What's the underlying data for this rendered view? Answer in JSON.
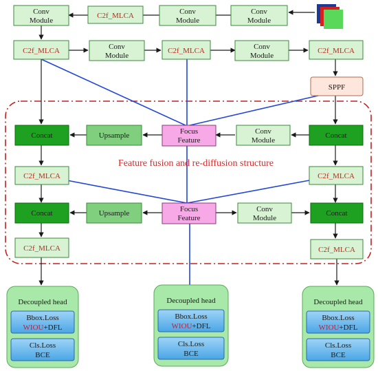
{
  "nodes": {
    "conv_tr": "Conv\nModule",
    "conv_t2": "Conv\nModule",
    "c2f_t": "C2f_MLCA",
    "conv_tl": "Conv\nModule",
    "c2f_r1": "C2f_MLCA",
    "conv_r2": "Conv\nModule",
    "c2f_r3": "C2f_MLCA",
    "conv_r4": "Conv\nModule",
    "c2f_r5": "C2f_MLCA",
    "sppf": "SPPF",
    "concat_l1": "Concat",
    "upsample_1": "Upsample",
    "focus_1": "Focus\nFeature",
    "conv_m1": "Conv\nModule",
    "concat_r1": "Concat",
    "c2f_l2": "C2f_MLCA",
    "c2f_r2b": "C2f_MLCA",
    "concat_l2": "Concat",
    "upsample_2": "Upsample",
    "focus_2": "Focus\nFeature",
    "conv_m2": "Conv\nModule",
    "concat_r2": "Concat",
    "c2f_l3": "C2f_MLCA",
    "c2f_r3b": "C2f_MLCA"
  },
  "fusion_label": "Feature fusion and re-diffusion structure",
  "heads": [
    {
      "title": "Decoupled head",
      "bbox_line1": "Bbox.Loss",
      "wiou": "WIOU",
      "bbox_rest": "+DFL",
      "cls_line1": "Cls.Loss",
      "cls_line2": "BCE"
    },
    {
      "title": "Decoupled head",
      "bbox_line1": "Bbox.Loss",
      "wiou": "WIOU",
      "bbox_rest": "+DFL",
      "cls_line1": "Cls.Loss",
      "cls_line2": "BCE"
    },
    {
      "title": "Decoupled head",
      "bbox_line1": "Bbox.Loss",
      "wiou": "WIOU",
      "bbox_rest": "+DFL",
      "cls_line1": "Cls.Loss",
      "cls_line2": "BCE"
    }
  ],
  "colors": {
    "light_green": "#d8f2d4",
    "dark_green": "#1ea020",
    "mid_green": "#7fcf7f",
    "pink": "#f7a8e6",
    "sppf": "#fde6dc",
    "arrow": "#1a1a1a",
    "blue_line": "#2046d8",
    "dashed": "#c42020",
    "head_bg": "#a8e8a8",
    "loss_box": "#6ab8ee"
  }
}
